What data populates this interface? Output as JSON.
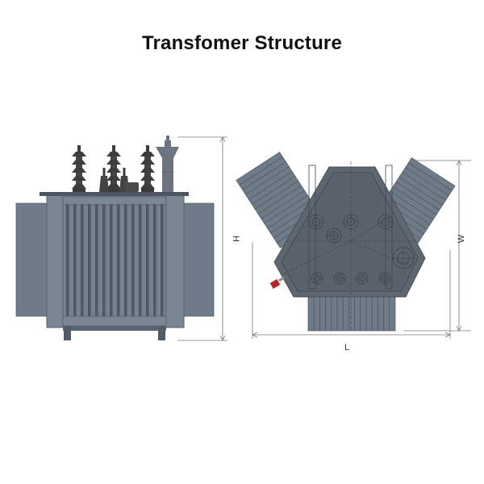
{
  "title": "Transfomer Structure",
  "front_view": {
    "dimension_label": "H"
  },
  "top_view": {
    "width_label": "W",
    "length_label": "L"
  },
  "colors": {
    "body": "#6b7785",
    "body_light": "#7d8895",
    "frame_dark": "#4e5864",
    "bushing": "#3f3f3f",
    "hex_plate": "#5e6670",
    "valve_red": "#b3262b",
    "dim_line": "#666666"
  }
}
